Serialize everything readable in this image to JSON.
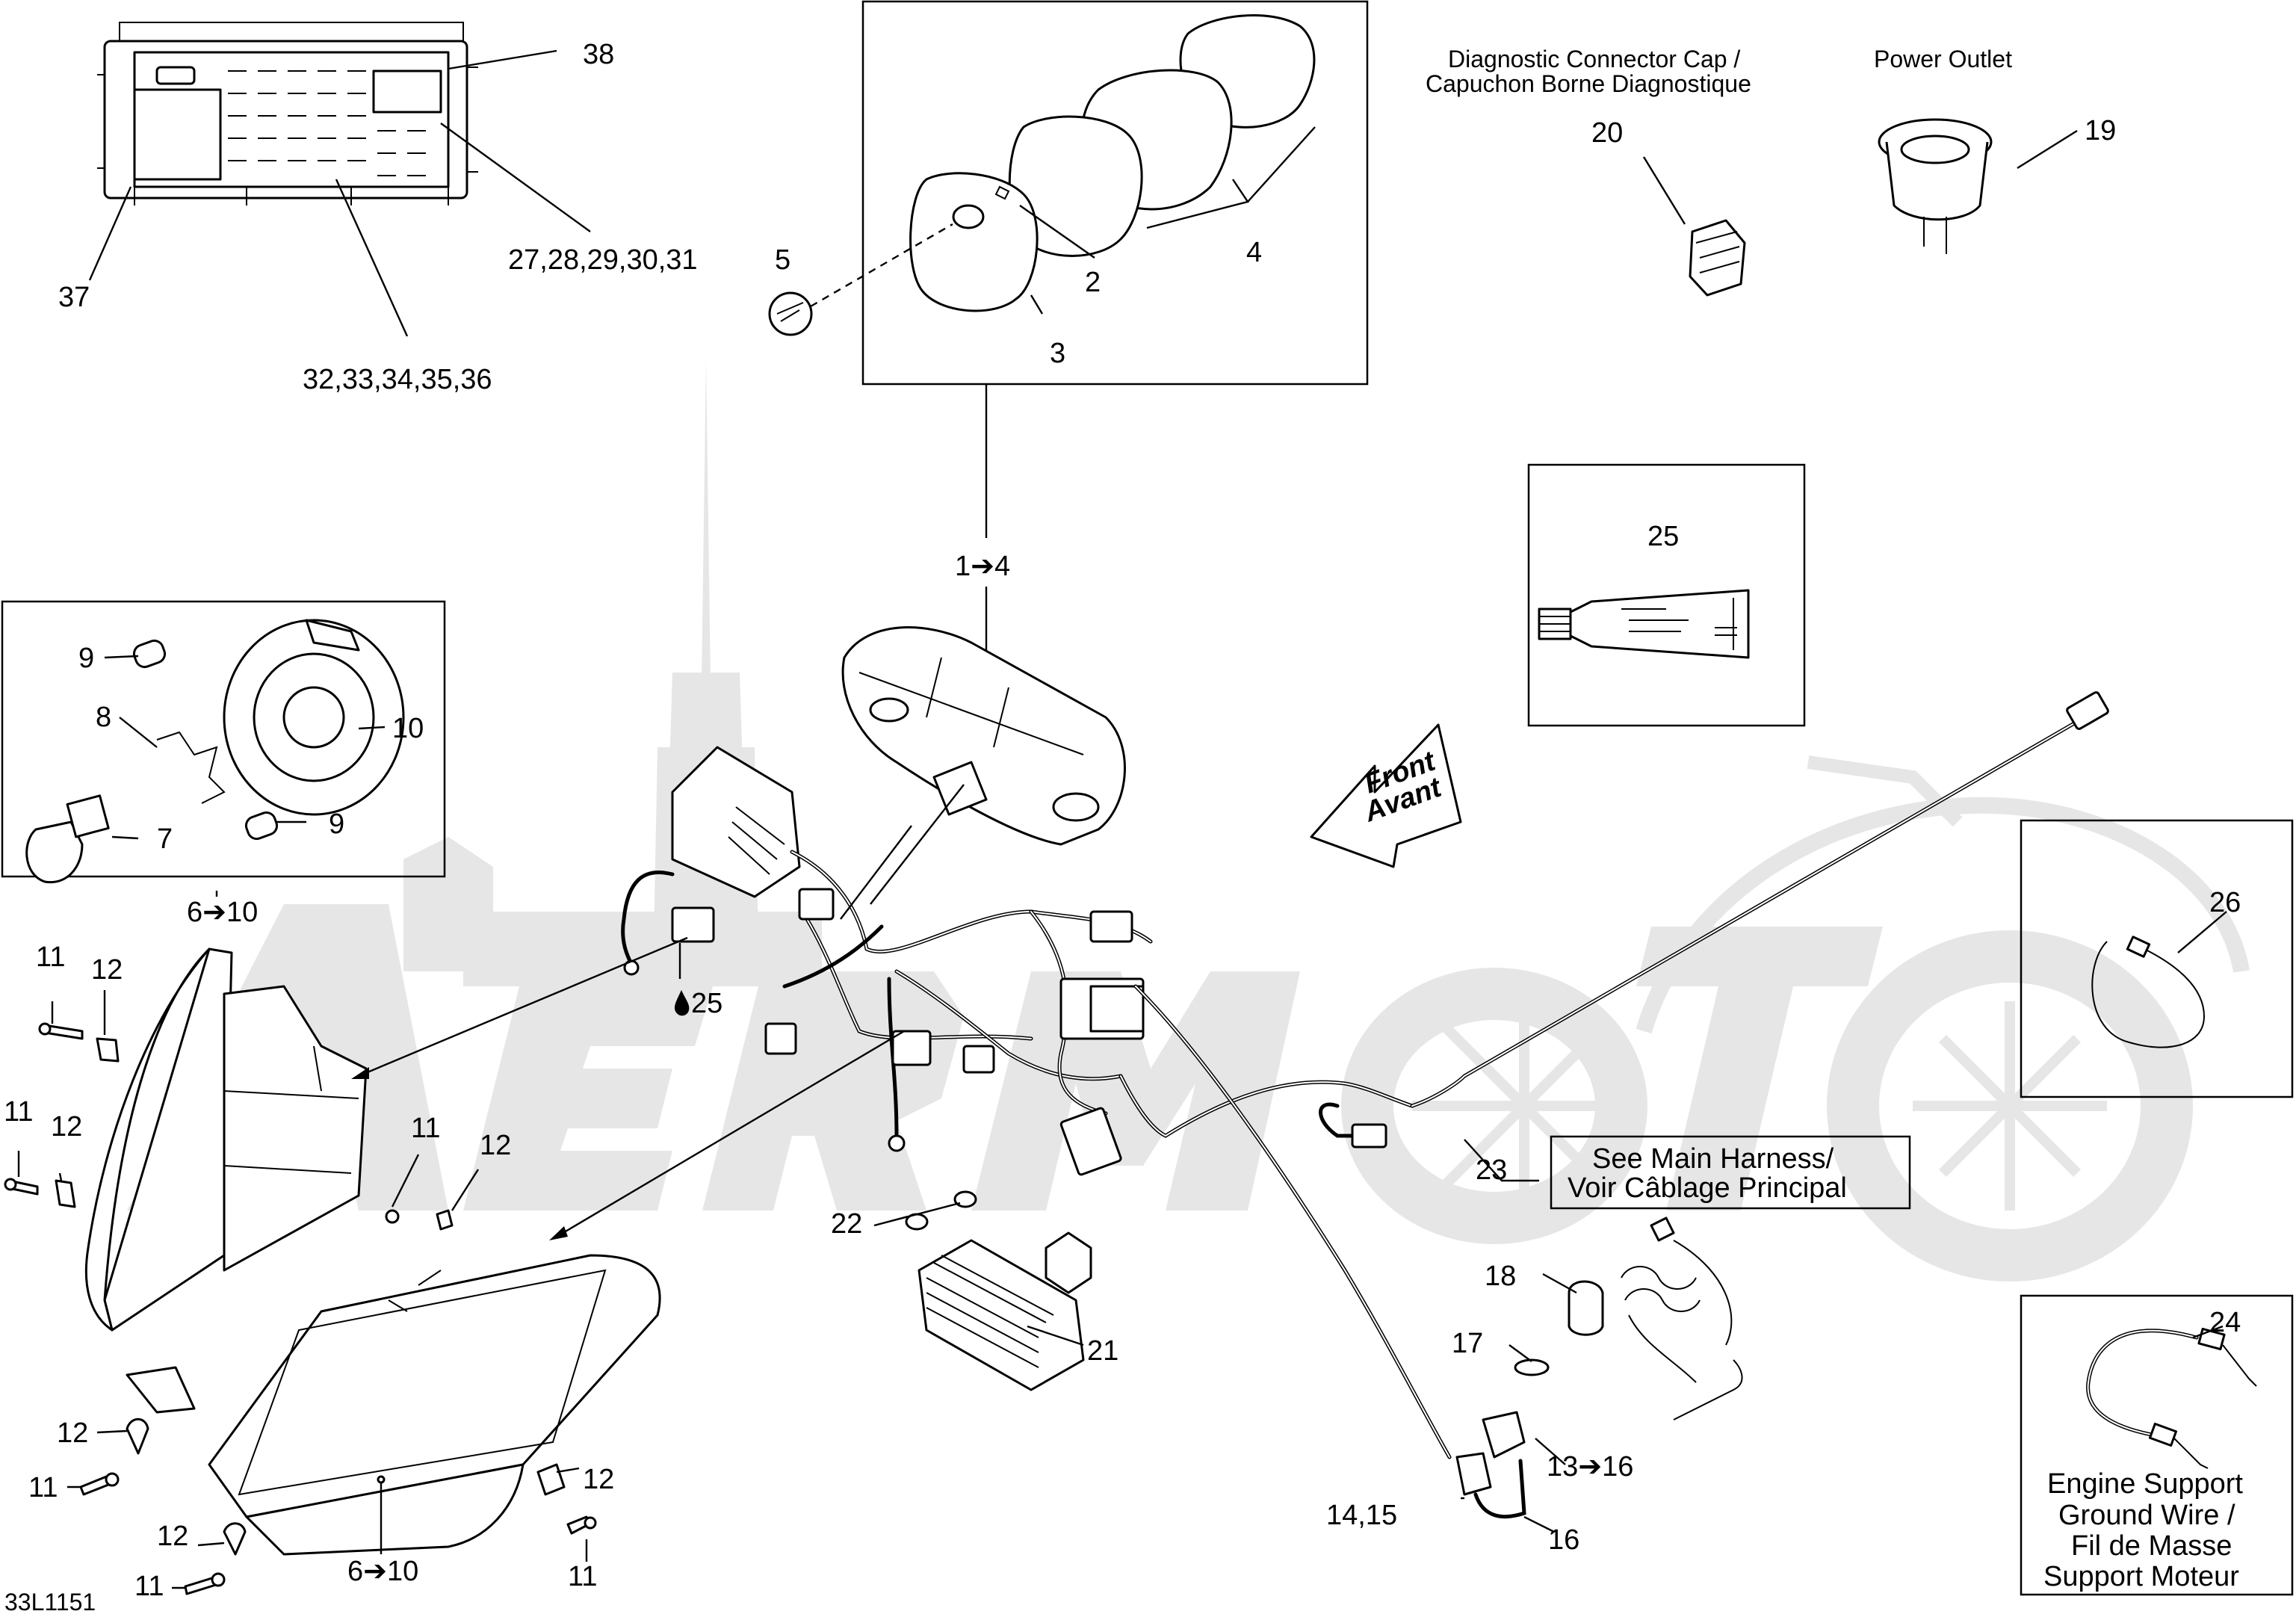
{
  "figure_code": "33L1151",
  "watermark": "AerMoto",
  "part_labels": {
    "p38": "38",
    "p37": "37",
    "p27_31": "27,28,29,30,31",
    "p32_36": "32,33,34,35,36",
    "p5": "5",
    "p2": "2",
    "p3": "3",
    "p4": "4",
    "p20": "20",
    "p19": "19",
    "p1_4": "1➔4",
    "p25_box": "25",
    "p25_drop": "25",
    "p9_top": "9",
    "p8": "8",
    "p10": "10",
    "p7": "7",
    "p9_bottom": "9",
    "p6_10_top": "6➔10",
    "p26": "26",
    "p11_a": "11",
    "p12_a": "12",
    "p11_b": "11",
    "p12_b": "12",
    "p11_c": "11",
    "p12_c": "12",
    "p22": "22",
    "p23": "23",
    "p18": "18",
    "p17": "17",
    "p21": "21",
    "p24": "24",
    "p12_d": "12",
    "p11_d": "11",
    "p12_e": "12",
    "p13_16": "13➔16",
    "p14_15": "14,15",
    "p16": "16",
    "p12_f": "12",
    "p11_f": "11",
    "p6_10_bottom": "6➔10",
    "p11_e": "11"
  },
  "captions": {
    "diag_line1": "Diagnostic Connector Cap /",
    "diag_line2": "Capuchon Borne Diagnostique",
    "power_outlet": "Power Outlet",
    "front": "Front",
    "avant": "Avant",
    "harness_line1": "See Main Harness/",
    "harness_line2": "Voir Câblage Principal",
    "ground_line1": "Engine Support",
    "ground_line2": "Ground Wire /",
    "ground_line3": "Fil de Masse",
    "ground_line4": "Support Moteur"
  }
}
